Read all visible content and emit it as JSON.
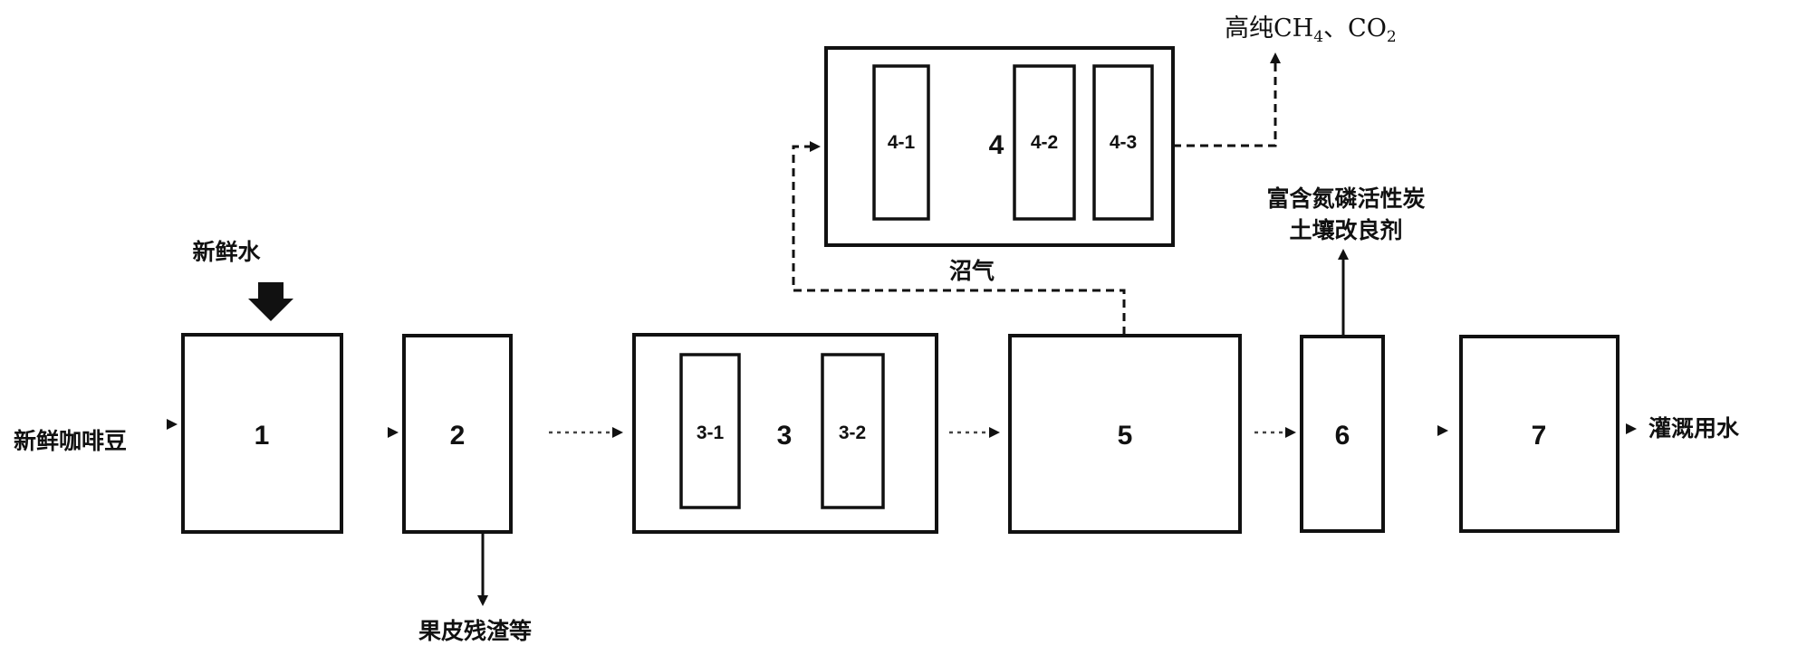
{
  "units": {
    "u1": "1",
    "u2": "2",
    "u3": "3",
    "u3_1": "3-1",
    "u3_2": "3-2",
    "u4": "4",
    "u4_1": "4-1",
    "u4_2": "4-2",
    "u4_3": "4-3",
    "u5": "5",
    "u6": "6",
    "u7": "7"
  },
  "labels": {
    "input_beans": "新鲜咖啡豆",
    "fresh_water": "新鲜水",
    "peel_residue": "果皮残渣等",
    "biogas": "沼气",
    "product_gas_prefix": "高纯CH",
    "product_gas_ch4_sub": "4",
    "product_gas_sep": "、CO",
    "product_gas_co2_sub": "2",
    "activated_carbon_line1": "富含氮磷活性炭",
    "activated_carbon_line2": "土壤改良剂",
    "irrigation_water": "灌溉用水"
  }
}
